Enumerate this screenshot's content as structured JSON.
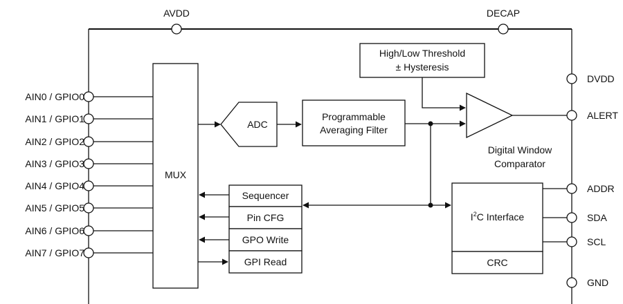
{
  "top_pins": {
    "avdd": "AVDD",
    "decap": "DECAP"
  },
  "left_pins": [
    "AIN0 / GPIO0",
    "AIN1 / GPIO1",
    "AIN2 / GPIO2",
    "AIN3 / GPIO3",
    "AIN4 / GPIO4",
    "AIN5 / GPIO5",
    "AIN6 / GPIO6",
    "AIN7 / GPIO7"
  ],
  "right_pins": {
    "dvdd": "DVDD",
    "alert": "ALERT",
    "addr": "ADDR",
    "sda": "SDA",
    "scl": "SCL",
    "gnd": "GND"
  },
  "blocks": {
    "mux": "MUX",
    "adc": "ADC",
    "filter_line1": "Programmable",
    "filter_line2": "Averaging Filter",
    "threshold_line1": "High/Low Threshold",
    "threshold_line2": "± Hysteresis",
    "comparator_line1": "Digital Window",
    "comparator_line2": "Comparator",
    "sequencer": "Sequencer",
    "pin_cfg": "Pin CFG",
    "gpo_write": "GPO Write",
    "gpi_read": "GPI Read",
    "i2c_prefix": "I",
    "i2c_sup": "2",
    "i2c_suffix": "C Interface",
    "crc": "CRC"
  }
}
